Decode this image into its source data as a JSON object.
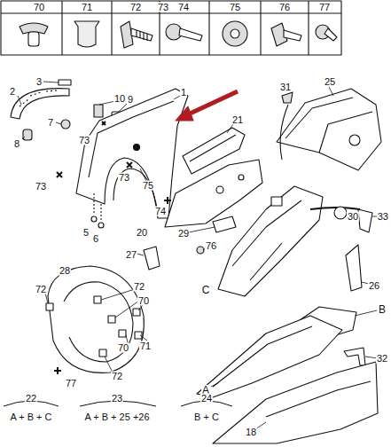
{
  "diagram": {
    "labels": [
      "70",
      "71",
      "72",
      "73",
      "74",
      "75",
      "76",
      "77",
      "31",
      "25",
      "3",
      "2",
      "10",
      "1",
      "9",
      "7",
      "73",
      "21",
      "8",
      "73",
      "73",
      "75",
      "33",
      "30",
      "74",
      "5",
      "6",
      "20",
      "29",
      "76",
      "27",
      "C",
      "28",
      "26",
      "72",
      "72",
      "70",
      "70",
      "71",
      "72",
      "B",
      "32",
      "A",
      "77",
      "18",
      "22",
      "A + B + C",
      "23",
      "A + B + 25 +26",
      "24",
      "B + C"
    ]
  }
}
